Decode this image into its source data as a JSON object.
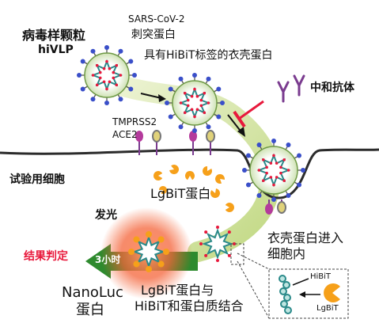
{
  "labels": {
    "hivlp_title": "病毒样颗粒",
    "hivlp_sub": "hiVLP",
    "sars_cov2": "SARS-CoV-2",
    "spike": "刺突蛋白",
    "hibit_shell": "具有HiBiT标签的衣壳蛋白",
    "neutralizing_ab": "中和抗体",
    "tmprss2": "TMPRSS2",
    "ace2": "ACE2",
    "test_cell": "试验用细胞",
    "lgbit_protein": "LgBiT蛋白",
    "glow": "发光",
    "enter_line1": "衣壳蛋白进入",
    "enter_line2": "细胞内",
    "result": "结果判定",
    "three_hours": "3小时",
    "nanoluc_line1": "NanoLuc",
    "nanoluc_line2": "蛋白",
    "bind_line1": "LgBiT蛋白与",
    "bind_line2": "HiBiT和蛋白质结合",
    "inset_hibit": "HiBiT",
    "inset_lgbit": "LgBiT"
  },
  "colors": {
    "spike": "#3a4fc9",
    "shell": "#dce9c6",
    "hibit_dots": "#e8193c",
    "lgbit": "#f6a01a",
    "arrow_path": "#c8dc8a",
    "antibody": "#7a3b8f",
    "result_arrow": "#2e8a2e",
    "result_text": "#e8193c",
    "glow": "#f35a2a"
  }
}
